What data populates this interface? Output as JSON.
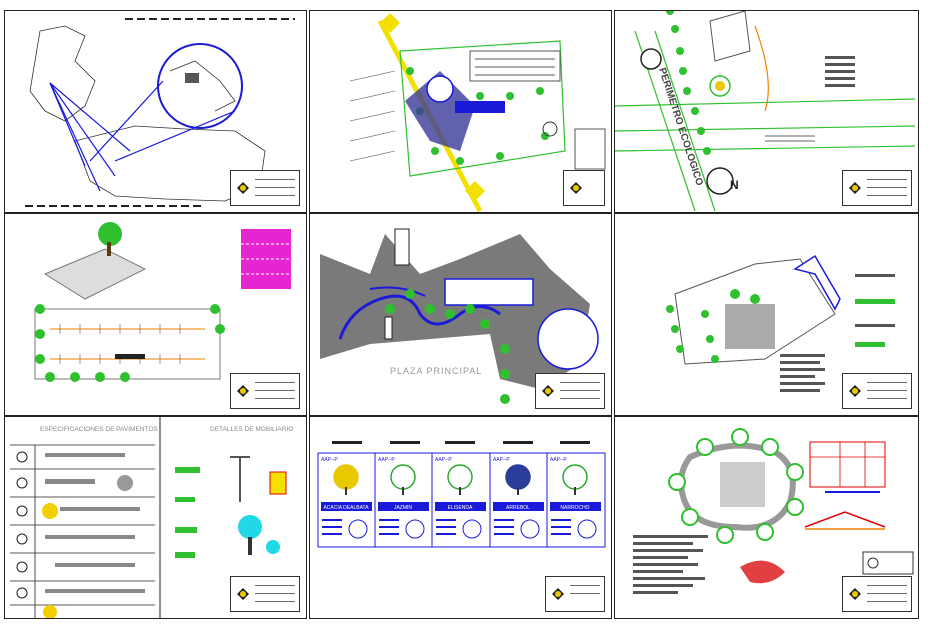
{
  "sheets": [
    {
      "id": "s1"
    },
    {
      "id": "s2"
    },
    {
      "id": "s3"
    },
    {
      "id": "s4"
    },
    {
      "id": "s5"
    },
    {
      "id": "s6"
    },
    {
      "id": "s7"
    },
    {
      "id": "s8"
    },
    {
      "id": "s9"
    }
  ],
  "labels": {
    "perimetro_ecologico": "PERIMETRO ECOLOGICO",
    "plaza_principal": "PLAZA PRINCIPAL",
    "especificaciones": "ESPECIFICACIONES DE PAVIMENTOS",
    "detalles_mobiliario": "DETALLES DE MOBILIARIO",
    "north_symbol": "N"
  },
  "plant_cards": [
    {
      "code": "AAP--P",
      "name": "ACACIA DEALBATA",
      "color": "#e8c800"
    },
    {
      "code": "AAP--P",
      "name": "JAZMIN",
      "color": "#2ea82e"
    },
    {
      "code": "AAP--P",
      "name": "ELISENDA",
      "color": "#2ea82e"
    },
    {
      "code": "AAP--P",
      "name": "ARREBOL",
      "color": "#2a3d9a"
    },
    {
      "code": "AAP--P",
      "name": "NARROCHO",
      "color": "#2ea82e"
    }
  ],
  "colors": {
    "accent_blue": "#1a1ad9",
    "plan_green": "#2fc02f",
    "plaza_gray": "#7a7a7a",
    "magenta": "#e000c8",
    "yellow": "#f2e000",
    "orange": "#f08000"
  }
}
